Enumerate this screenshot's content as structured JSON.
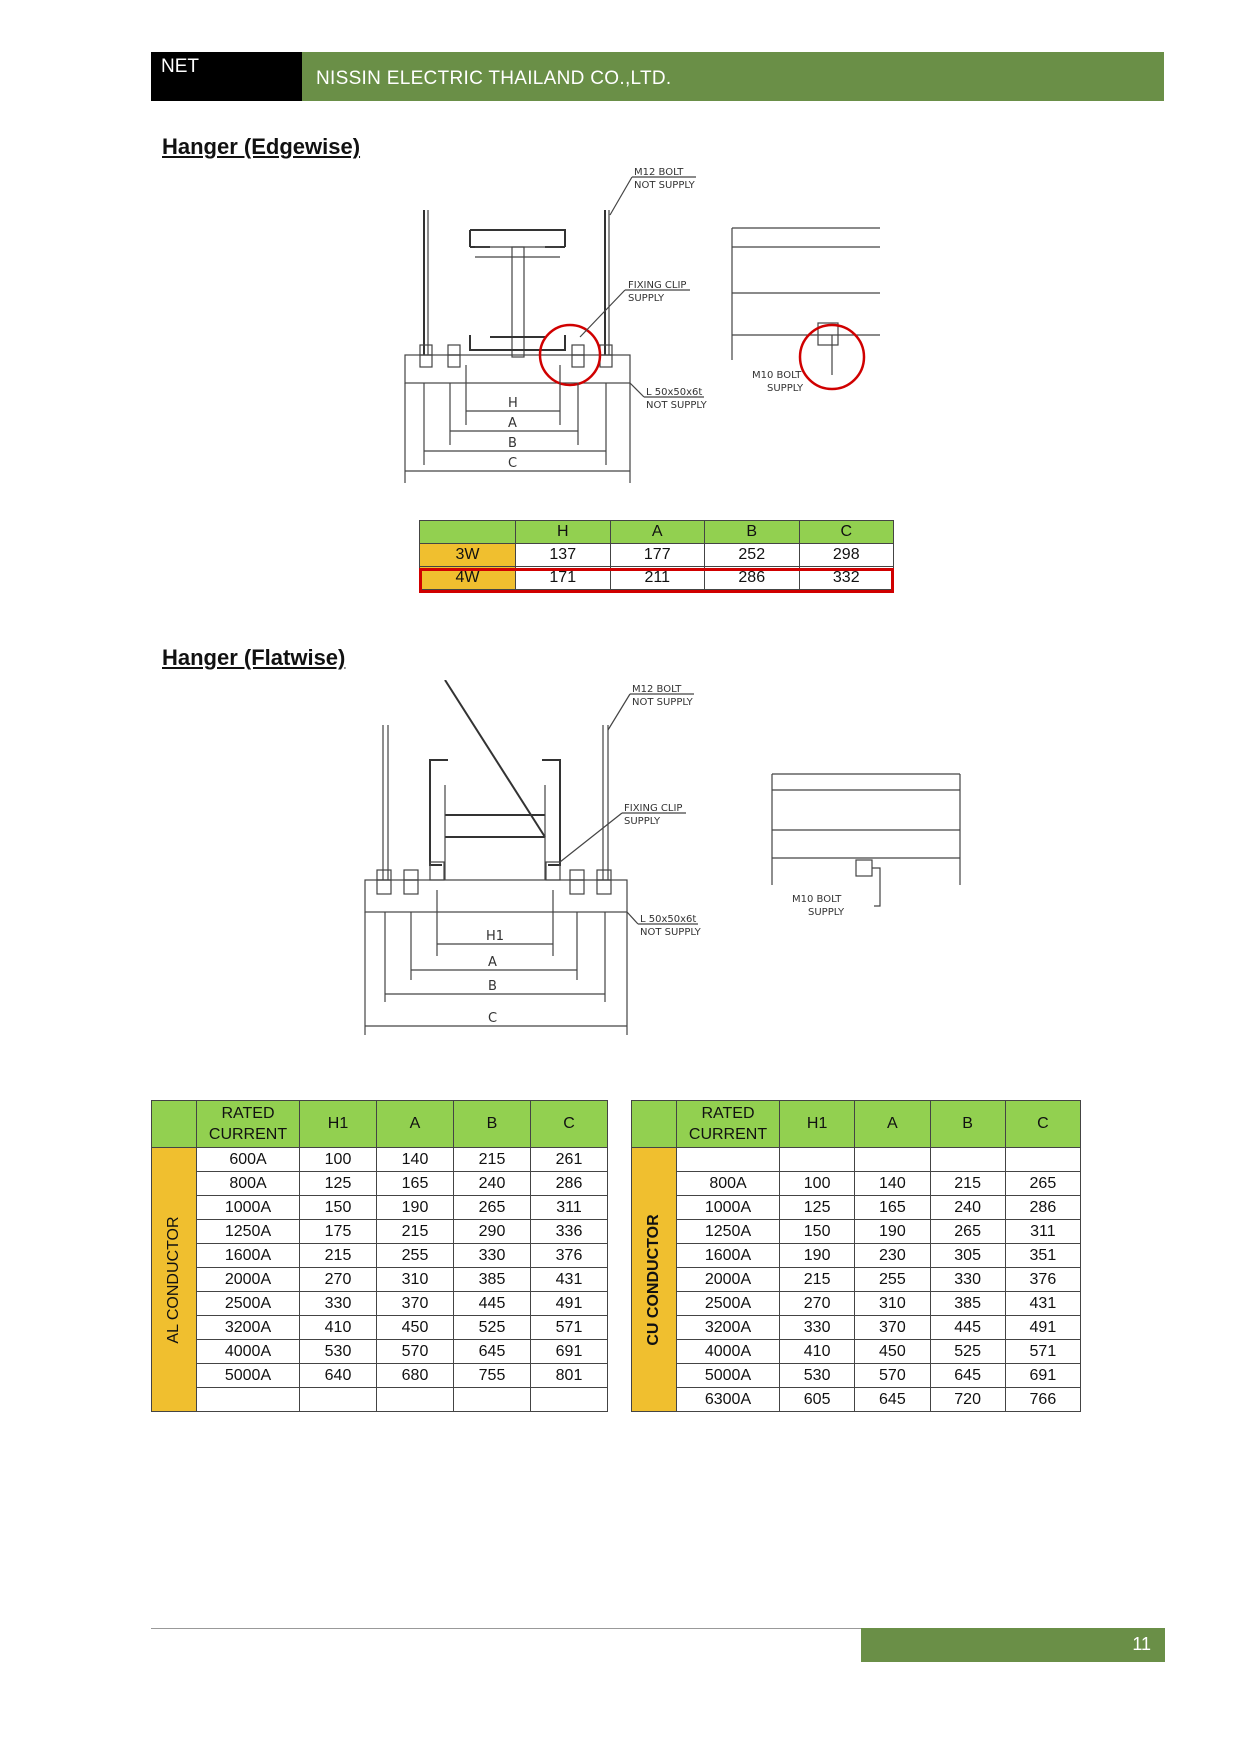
{
  "header": {
    "left": "NET",
    "company": "NISSIN ELECTRIC THAILAND CO.,LTD."
  },
  "sections": {
    "edgewise_title": "Hanger (Edgewise)",
    "flatwise_title": "Hanger (Flatwise)"
  },
  "drawing_labels": {
    "m12_bolt_1": "M12 BOLT",
    "not_supply_1": "NOT SUPPLY",
    "fixing_clip": "FIXING CLIP",
    "supply": "SUPPLY",
    "angle": "L 50x50x6t",
    "not_supply_2": "NOT SUPPLY",
    "m10_bolt": "M10 BOLT",
    "supply_2": "SUPPLY",
    "dim_h": "H",
    "dim_h1": "H1",
    "dim_a": "A",
    "dim_b": "B",
    "dim_c": "C"
  },
  "edgewise_table": {
    "headers": [
      "H",
      "A",
      "B",
      "C"
    ],
    "rows": [
      {
        "label": "3W",
        "cells": [
          "137",
          "177",
          "252",
          "298"
        ]
      },
      {
        "label": "4W",
        "cells": [
          "171",
          "211",
          "286",
          "332"
        ]
      }
    ]
  },
  "al_table": {
    "side": "AL CONDUCTOR",
    "headers": [
      "RATED CURRENT",
      "H1",
      "A",
      "B",
      "C"
    ],
    "rows": [
      [
        "600A",
        "100",
        "140",
        "215",
        "261"
      ],
      [
        "800A",
        "125",
        "165",
        "240",
        "286"
      ],
      [
        "1000A",
        "150",
        "190",
        "265",
        "311"
      ],
      [
        "1250A",
        "175",
        "215",
        "290",
        "336"
      ],
      [
        "1600A",
        "215",
        "255",
        "330",
        "376"
      ],
      [
        "2000A",
        "270",
        "310",
        "385",
        "431"
      ],
      [
        "2500A",
        "330",
        "370",
        "445",
        "491"
      ],
      [
        "3200A",
        "410",
        "450",
        "525",
        "571"
      ],
      [
        "4000A",
        "530",
        "570",
        "645",
        "691"
      ],
      [
        "5000A",
        "640",
        "680",
        "755",
        "801"
      ],
      [
        "",
        "",
        "",
        "",
        ""
      ]
    ]
  },
  "cu_table": {
    "side": "CU CONDUCTOR",
    "headers": [
      "RATED CURRENT",
      "H1",
      "A",
      "B",
      "C"
    ],
    "rows": [
      [
        "",
        "",
        "",
        "",
        ""
      ],
      [
        "800A",
        "100",
        "140",
        "215",
        "265"
      ],
      [
        "1000A",
        "125",
        "165",
        "240",
        "286"
      ],
      [
        "1250A",
        "150",
        "190",
        "265",
        "311"
      ],
      [
        "1600A",
        "190",
        "230",
        "305",
        "351"
      ],
      [
        "2000A",
        "215",
        "255",
        "330",
        "376"
      ],
      [
        "2500A",
        "270",
        "310",
        "385",
        "431"
      ],
      [
        "3200A",
        "330",
        "370",
        "445",
        "491"
      ],
      [
        "4000A",
        "410",
        "450",
        "525",
        "571"
      ],
      [
        "5000A",
        "530",
        "570",
        "645",
        "691"
      ],
      [
        "6300A",
        "605",
        "645",
        "720",
        "766"
      ]
    ]
  },
  "footer": {
    "page_number": "11"
  },
  "colors": {
    "brand_green": "#6a8f47",
    "table_green": "#92d050",
    "table_yellow": "#f0bf2f",
    "highlight_red": "#d00000"
  }
}
